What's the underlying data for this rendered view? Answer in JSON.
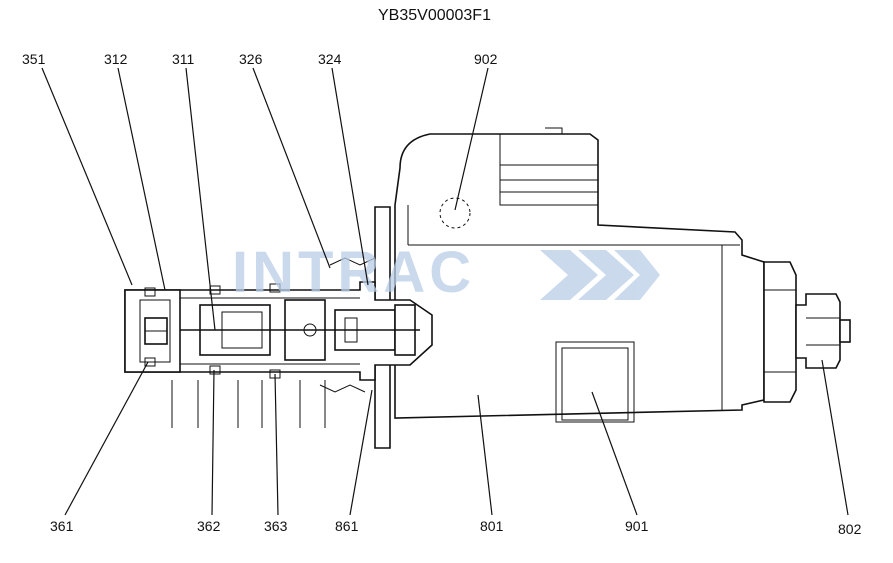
{
  "title": "YB35V00003F1",
  "watermark": "INTRAC",
  "callouts": {
    "c351": "351",
    "c312": "312",
    "c311": "311",
    "c326": "326",
    "c324": "324",
    "c902": "902",
    "c361": "361",
    "c362": "362",
    "c363": "363",
    "c861": "861",
    "c801": "801",
    "c901": "901",
    "c802": "802"
  },
  "colors": {
    "line": "#111111",
    "watermark": "#b9cde6"
  }
}
